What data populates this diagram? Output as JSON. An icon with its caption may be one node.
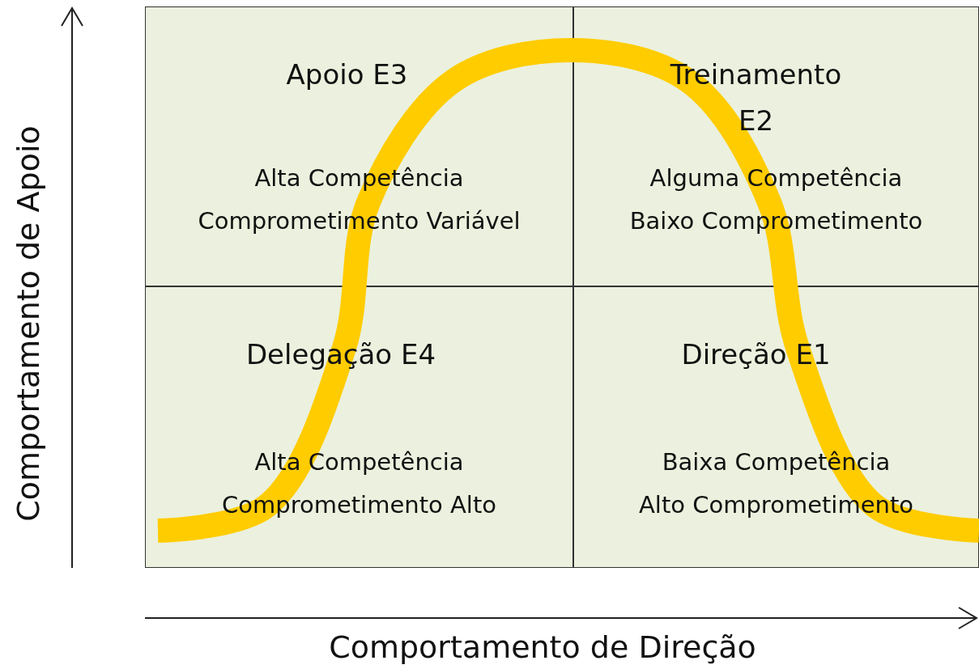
{
  "diagram": {
    "nodes": [
      {
        "text": [
          "Apoio E3",
          "Alta Competência Comprometimento Variável"
        ]
      },
      {
        "text": [
          "Treinamento E2",
          "Alguma Competência Baixo Comprometimento"
        ]
      },
      {
        "text": [
          "Delegação E4",
          "Alta Competência Comprometimento Alto"
        ]
      },
      {
        "text": [
          "Direção E1",
          "Baixa Competência Alto Comprometimento"
        ]
      }
    ],
    "edges": [],
    "labels": [
      "Comportamento de Apoio",
      "Comportamento de Direção"
    ]
  }
}
